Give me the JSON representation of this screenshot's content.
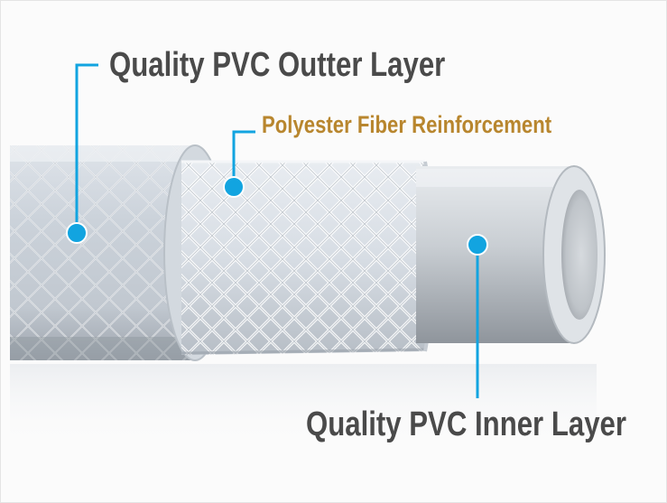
{
  "labels": {
    "outer_layer": "Quality PVC Outter Layer",
    "fiber_reinforcement": "Polyester Fiber Reinforcement",
    "inner_layer": "Quality PVC Inner Layer"
  },
  "colors": {
    "leader": "#12a4e0",
    "dark_label": "#4a4a4a",
    "fiber_label": "#b8862e"
  }
}
